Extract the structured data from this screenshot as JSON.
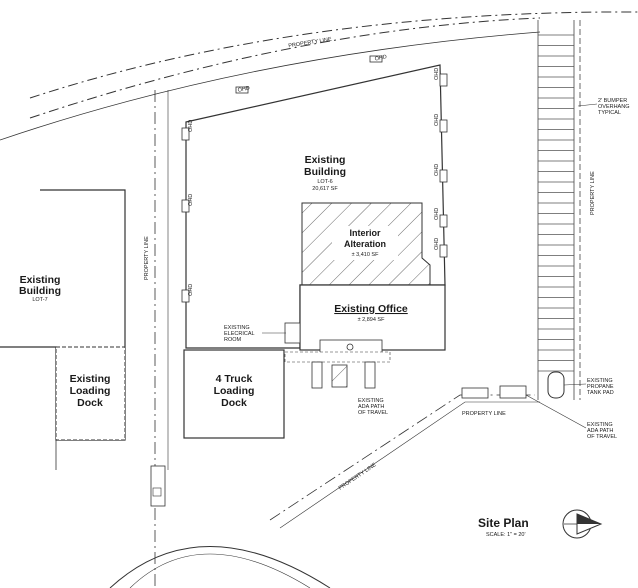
{
  "existing_building": {
    "title_line1": "Existing",
    "title_line2": "Building",
    "lot": "LOT-6",
    "area": "20,617 SF"
  },
  "interior_alteration": {
    "line1": "Interior",
    "line2": "Alteration",
    "area": "± 3,410 SF"
  },
  "existing_office": {
    "title": "Existing Office",
    "area": "± 2,894 SF"
  },
  "electrical_room": {
    "line1": "EXISTING",
    "line2": "ELECRICAL",
    "line3": "ROOM"
  },
  "truck_dock": {
    "line1": "4 Truck",
    "line2": "Loading",
    "line3": "Dock"
  },
  "ada_path_center": {
    "line1": "EXISTING",
    "line2": "ADA PATH",
    "line3": "OF TRAVEL"
  },
  "west_building": {
    "line1": "Existing",
    "line2": "Building",
    "lot": "LOT-7"
  },
  "west_dock": {
    "line1": "Existing",
    "line2": "Loading",
    "line3": "Dock"
  },
  "bumper_note": {
    "line1": "2' BUMPER",
    "line2": "OVERHANG",
    "line3": "TYPICAL"
  },
  "propane_note": {
    "line1": "EXISTING",
    "line2": "PROPANE",
    "line3": "TANK PAD"
  },
  "ada_path_east": {
    "line1": "EXISTING",
    "line2": "ADA PATH",
    "line3": "OF TRAVEL"
  },
  "property_line_labels": {
    "top": "PROPERTY LINE",
    "west": "PROPERTY LINE",
    "east": "PROPERTY LINE",
    "south": "PROPERTY LINE",
    "diagonal": "PROPERTY LINE"
  },
  "ohd_label": "OHD",
  "site_plan": {
    "title": "Site Plan",
    "scale": "SCALE: 1\" = 20'"
  }
}
